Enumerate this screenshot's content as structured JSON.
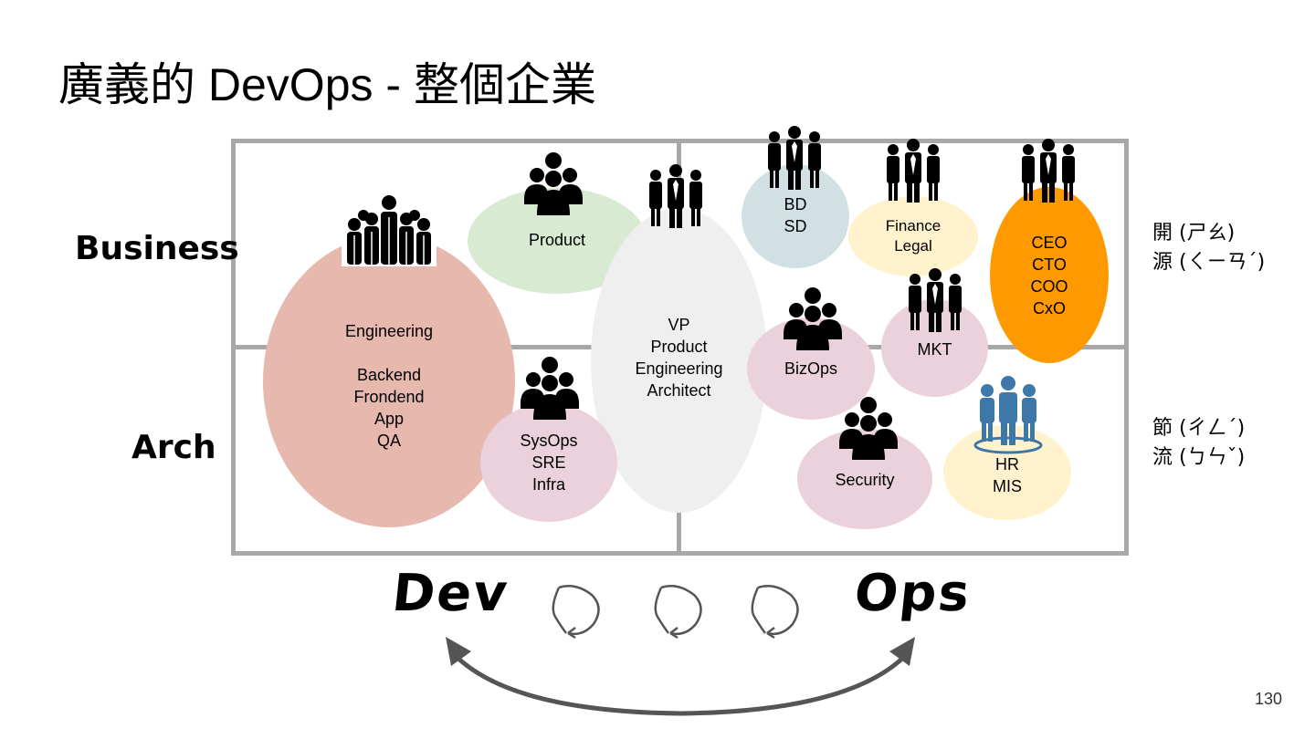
{
  "slide": {
    "title": "廣義的 DevOps - 整個企業",
    "page_number": "130"
  },
  "rows": {
    "business": "Business",
    "arch": "Arch"
  },
  "side_notes": {
    "top_line1": "開 (ㄕㄠ)",
    "top_line2": "源 (ㄑㄧㄢˊ)",
    "bottom_line1": "節 (ㄔㄥˊ)",
    "bottom_line2": "流 (ㄅㄣˇ)"
  },
  "axis": {
    "dev": "Dev",
    "ops": "Ops"
  },
  "groups": {
    "engineering": "Engineering\n\nBackend\nFrondend\nApp\nQA",
    "product": "Product",
    "sysops": "SysOps\nSRE\nInfra",
    "vp": "VP\nProduct\nEngineering\nArchitect",
    "bd": "BD\nSD",
    "finance": "Finance\nLegal",
    "ceo": "CEO\nCTO\nCOO\nCxO",
    "bizops": "BizOps",
    "mkt": "MKT",
    "security": "Security",
    "hr": "HR\nMIS"
  },
  "colors": {
    "engineering": "#e6b8ae",
    "product": "#d9ead3",
    "sysops": "#ead1dc",
    "vp": "#efefef",
    "bd": "#d0e0e3",
    "finance": "#fff2cc",
    "ceo": "#ff9900",
    "bizops": "#ead1dc",
    "mkt": "#ead1dc",
    "security": "#ead1dc",
    "hr": "#fff2cc",
    "grid": "#a8a8a8",
    "hr_icon": "#3d78a8"
  },
  "icons": {
    "engineering": "crowd-icon",
    "product": "team-icon",
    "sysops": "team-icon",
    "vp": "business-people-icon",
    "bd": "business-people-icon",
    "finance": "business-people-icon",
    "ceo": "business-people-icon",
    "bizops": "team-icon",
    "mkt": "business-people-icon",
    "security": "team-icon",
    "hr": "hr-team-icon"
  }
}
